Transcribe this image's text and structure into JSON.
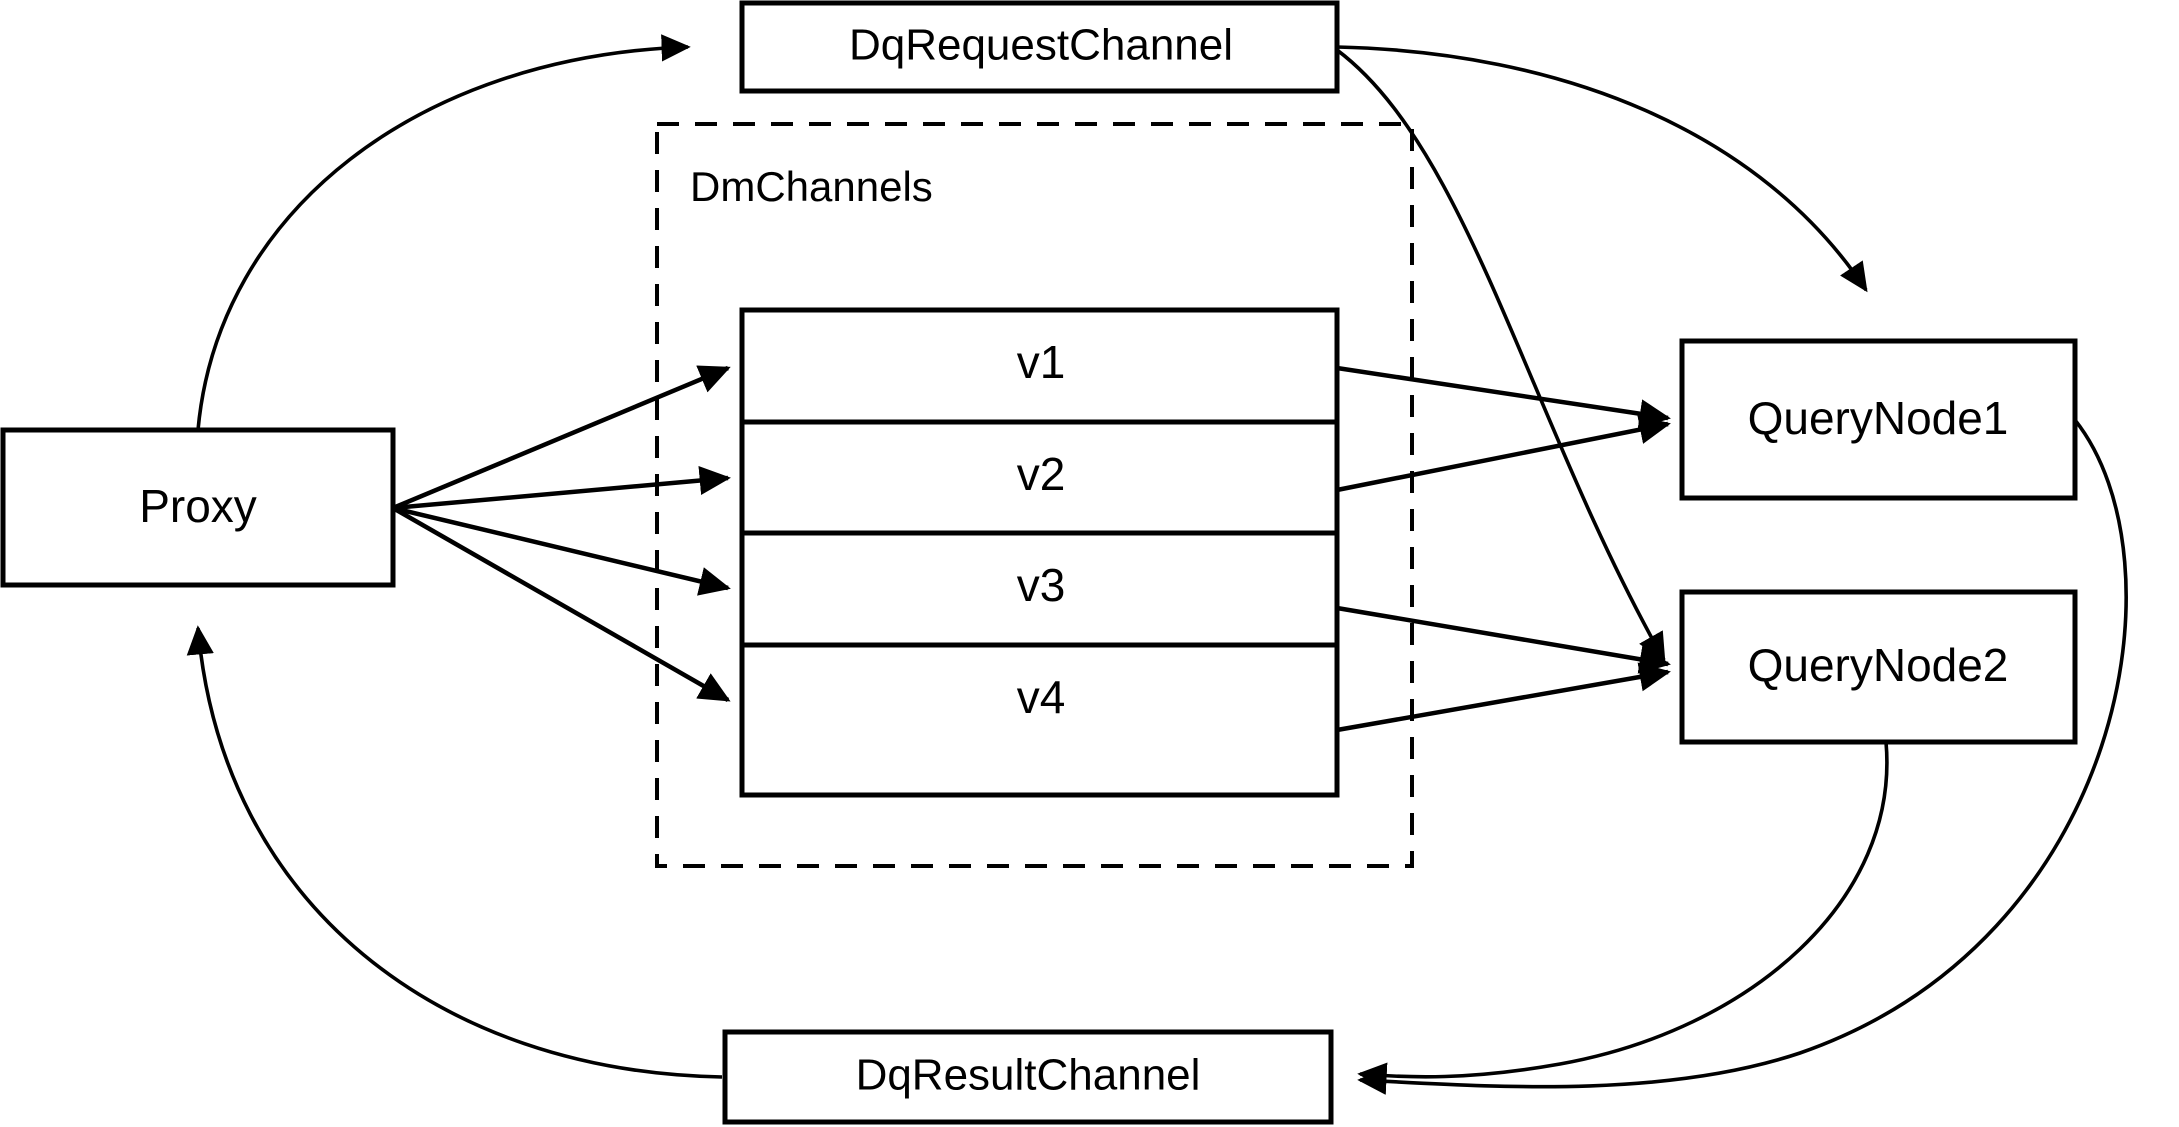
{
  "diagram": {
    "title": "Milvus distributed query message-channel flow",
    "background_color": "#ffffff",
    "stroke_color": "#000000",
    "nodes": {
      "proxy": {
        "label": "Proxy"
      },
      "dq_request_channel": {
        "label": "DqRequestChannel"
      },
      "dq_result_channel": {
        "label": "DqResultChannel"
      },
      "query_node_1": {
        "label": "QueryNode1"
      },
      "query_node_2": {
        "label": "QueryNode2"
      }
    },
    "group": {
      "label": "DmChannels",
      "style": "dashed",
      "channels": [
        {
          "label": "v1"
        },
        {
          "label": "v2"
        },
        {
          "label": "v3"
        },
        {
          "label": "v4"
        }
      ]
    },
    "edges": [
      {
        "from": "Proxy",
        "to": "DqRequestChannel",
        "style": "curved-arrow"
      },
      {
        "from": "Proxy",
        "to": "v1",
        "style": "straight-arrow"
      },
      {
        "from": "Proxy",
        "to": "v2",
        "style": "straight-arrow"
      },
      {
        "from": "Proxy",
        "to": "v3",
        "style": "straight-arrow"
      },
      {
        "from": "Proxy",
        "to": "v4",
        "style": "straight-arrow"
      },
      {
        "from": "DqRequestChannel",
        "to": "QueryNode1",
        "style": "curved-arrow"
      },
      {
        "from": "DqRequestChannel",
        "to": "QueryNode2",
        "style": "curved-arrow"
      },
      {
        "from": "v1",
        "to": "QueryNode1",
        "style": "straight-arrow"
      },
      {
        "from": "v2",
        "to": "QueryNode1",
        "style": "straight-arrow"
      },
      {
        "from": "v3",
        "to": "QueryNode2",
        "style": "straight-arrow"
      },
      {
        "from": "v4",
        "to": "QueryNode2",
        "style": "straight-arrow"
      },
      {
        "from": "QueryNode1",
        "to": "DqResultChannel",
        "style": "curved-arrow"
      },
      {
        "from": "QueryNode2",
        "to": "DqResultChannel",
        "style": "curved-arrow"
      },
      {
        "from": "DqResultChannel",
        "to": "Proxy",
        "style": "curved-arrow"
      }
    ]
  }
}
